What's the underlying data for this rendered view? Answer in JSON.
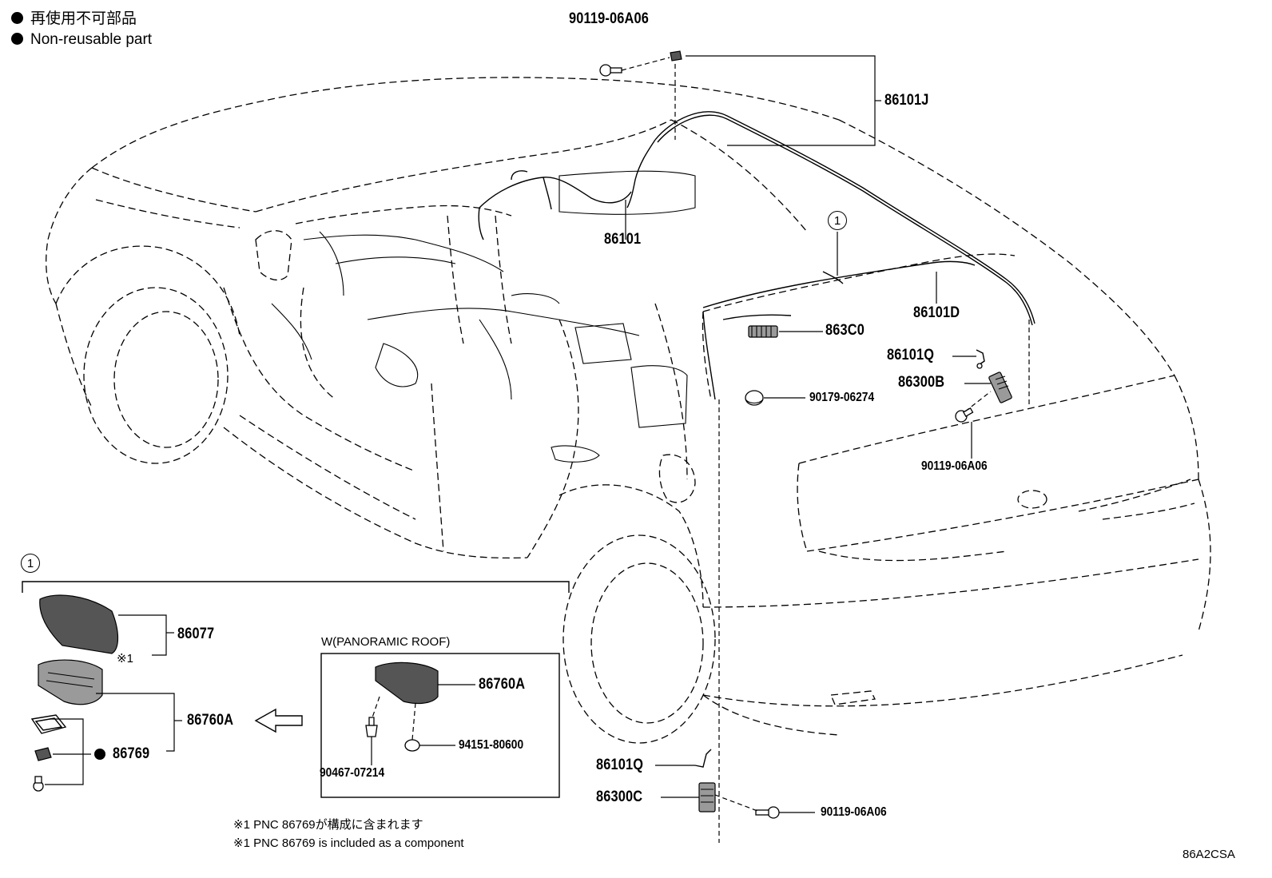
{
  "legend": {
    "jp": "再使用不可部品",
    "en": "Non-reusable part"
  },
  "callout_label": "1",
  "box_title": "W(PANORAMIC ROOF)",
  "parts": {
    "p_90119_top": "90119-06A06",
    "p_86101J": "86101J",
    "p_86101": "86101",
    "p_86101D": "86101D",
    "p_863C0": "863C0",
    "p_86101Q_right": "86101Q",
    "p_86300B": "86300B",
    "p_90179": "90179-06274",
    "p_90119_right": "90119-06A06",
    "p_86077": "86077",
    "p_86760A_left": "86760A",
    "p_86769": "86769",
    "p_86760A_box": "86760A",
    "p_94151": "94151-80600",
    "p_90467": "90467-07214",
    "p_86101Q_bottom": "86101Q",
    "p_86300C": "86300C",
    "p_90119_bottom": "90119-06A06"
  },
  "ref_mark": "※1",
  "notes": {
    "jp": "※1 PNC 86769が構成に含まれます",
    "en": "※1 PNC 86769 is included as a component"
  },
  "diagram_code": "86A2CSA"
}
